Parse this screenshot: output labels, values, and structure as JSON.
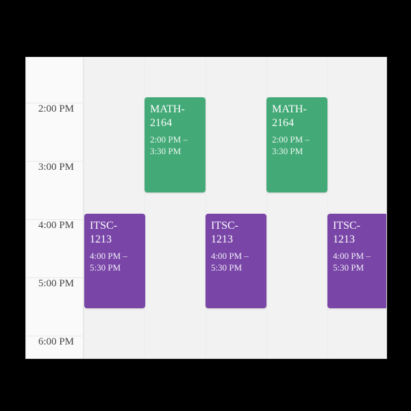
{
  "calendar": {
    "times": [
      "2:00 PM",
      "3:00 PM",
      "4:00 PM",
      "5:00 PM",
      "6:00 PM"
    ],
    "events": [
      {
        "title_line1": "MATH-",
        "title_line2": "2164",
        "time_line1": "2:00 PM –",
        "time_line2": "3:30 PM",
        "color": "#43aa77"
      },
      {
        "title_line1": "MATH-",
        "title_line2": "2164",
        "time_line1": "2:00 PM –",
        "time_line2": "3:30 PM",
        "color": "#43aa77"
      },
      {
        "title_line1": "ITSC-",
        "title_line2": "1213",
        "time_line1": "4:00 PM –",
        "time_line2": "5:30 PM",
        "color": "#7946a8"
      },
      {
        "title_line1": "ITSC-",
        "title_line2": "1213",
        "time_line1": "4:00 PM –",
        "time_line2": "5:30 PM",
        "color": "#7946a8"
      },
      {
        "title_line1": "ITSC-",
        "title_line2": "1213",
        "time_line1": "4:00 PM –",
        "time_line2": "5:30 PM",
        "color": "#7946a8"
      }
    ]
  }
}
